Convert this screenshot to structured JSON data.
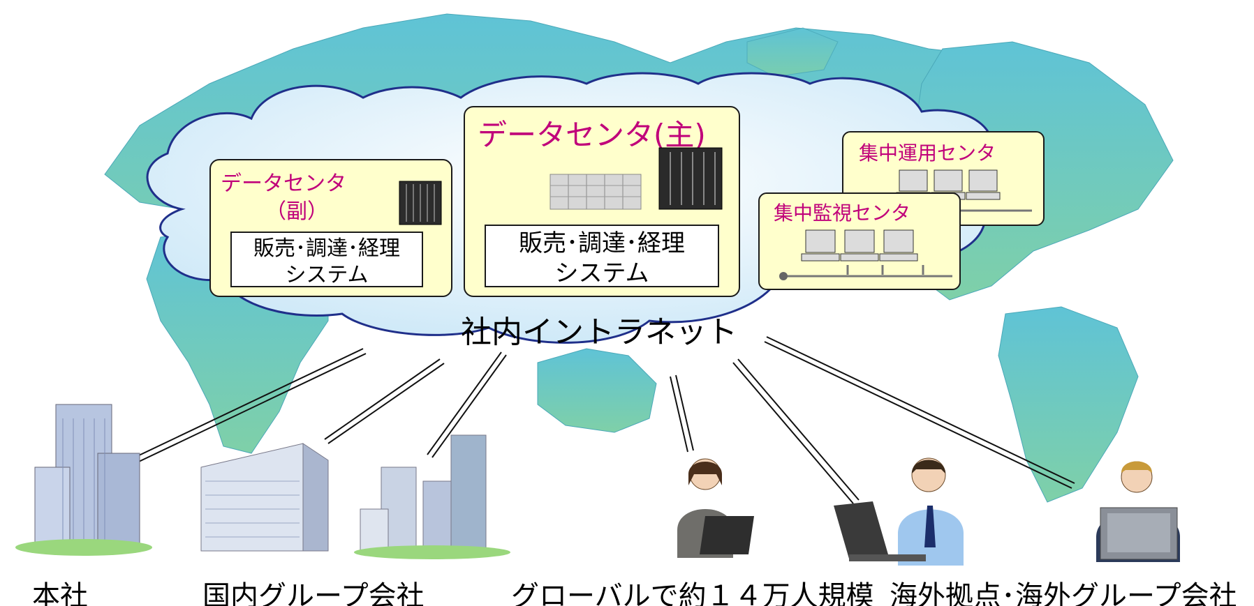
{
  "network": {
    "name": "社内イントラネット"
  },
  "data_center_main": {
    "title": "データセンタ(主)",
    "system_line1": "販売･調達･経理",
    "system_line2": "システム"
  },
  "data_center_sub": {
    "title_line1": "データセンタ",
    "title_line2": "（副）",
    "system_line1": "販売･調達･経理",
    "system_line2": "システム"
  },
  "ops_center": {
    "title": "集中運用センタ"
  },
  "monitor_center": {
    "title": "集中監視センタ"
  },
  "sites": {
    "hq": "本社",
    "domestic": "国内グループ会社",
    "global": "グローバルで約１４万人規模",
    "overseas": "海外拠点･海外グループ会社"
  },
  "colors": {
    "map_land": "#6fc9c9",
    "cloud_fill": "#eaf6fd",
    "cloud_border": "#1f2f8a",
    "box_fill": "#ffffcc",
    "accent_text": "#c0007a"
  },
  "icons": [
    "world-map-icon",
    "server-rack-icon",
    "storage-array-icon",
    "workstation-icon",
    "office-building-icon",
    "person-laptop-icon"
  ]
}
